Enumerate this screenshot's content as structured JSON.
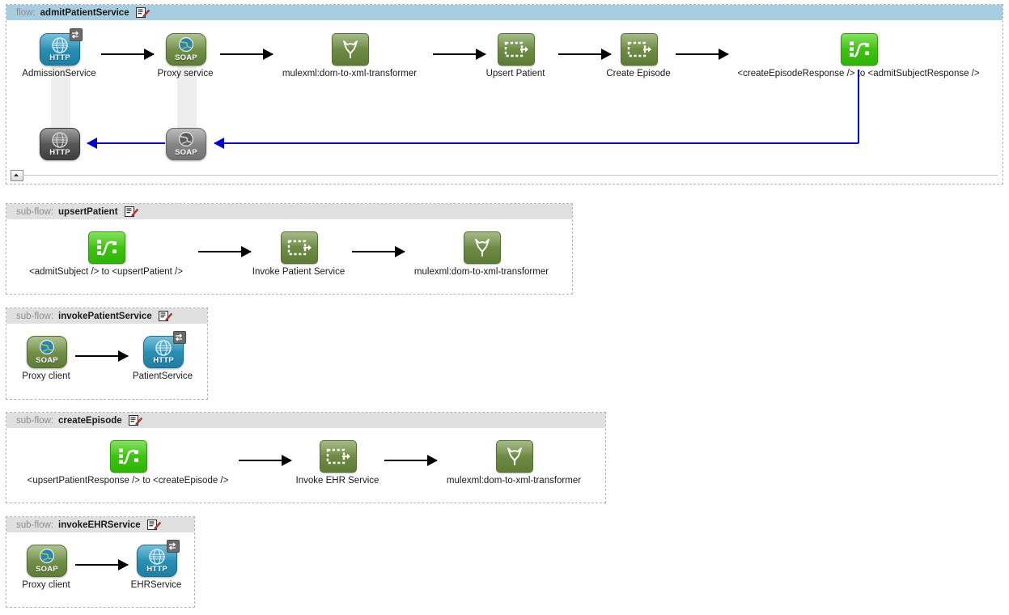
{
  "app": {
    "kind_flow": "flow:",
    "kind_subflow": "sub-flow:",
    "edit_icon": "edit-pencil-icon",
    "colors": {
      "flow_header": "#a8cde0",
      "subflow_header": "#e0e0e0",
      "canvas": "#ffffff",
      "border_dash": "#b4b4b4",
      "arrow": "#000000",
      "response_arrow": "#0000cc",
      "icon_green": "#5f7c37",
      "icon_bright_green": "#2fb407",
      "icon_http_blue": "#1f7ea3",
      "icon_gray": "#3f3f3f"
    }
  },
  "flows": [
    {
      "kind": "flow:",
      "name": "admitPatientService",
      "nodes": [
        {
          "label": "AdmissionService",
          "icon": "http-inbound-endpoint-icon",
          "icon_text": "HTTP"
        },
        {
          "label": "Proxy service",
          "icon": "soap-component-icon",
          "icon_text": "SOAP"
        },
        {
          "label": "mulexml:dom-to-xml-transformer",
          "icon": "dom-to-xml-transformer-icon",
          "icon_text": ""
        },
        {
          "label": "Upsert Patient",
          "icon": "flow-reference-icon",
          "icon_text": ""
        },
        {
          "label": "Create Episode",
          "icon": "flow-reference-icon",
          "icon_text": ""
        },
        {
          "label": "<createEpisodeResponse /> to <admitSubjectResponse />",
          "icon": "datamapper-transform-icon",
          "icon_text": ""
        }
      ],
      "response_nodes": [
        {
          "label": "",
          "icon": "http-response-endpoint-icon",
          "icon_text": "HTTP"
        },
        {
          "label": "",
          "icon": "soap-response-icon",
          "icon_text": "SOAP"
        }
      ]
    },
    {
      "kind": "sub-flow:",
      "name": "upsertPatient",
      "nodes": [
        {
          "label": "<admitSubject /> to <upsertPatient />",
          "icon": "datamapper-transform-icon",
          "icon_text": ""
        },
        {
          "label": "Invoke Patient Service",
          "icon": "flow-reference-icon",
          "icon_text": ""
        },
        {
          "label": "mulexml:dom-to-xml-transformer",
          "icon": "dom-to-xml-transformer-icon",
          "icon_text": ""
        }
      ]
    },
    {
      "kind": "sub-flow:",
      "name": "invokePatientService",
      "nodes": [
        {
          "label": "Proxy client",
          "icon": "soap-component-icon",
          "icon_text": "SOAP"
        },
        {
          "label": "PatientService",
          "icon": "http-outbound-endpoint-icon",
          "icon_text": "HTTP"
        }
      ]
    },
    {
      "kind": "sub-flow:",
      "name": "createEpisode",
      "nodes": [
        {
          "label": "<upsertPatientResponse /> to <createEpisode />",
          "icon": "datamapper-transform-icon",
          "icon_text": ""
        },
        {
          "label": "Invoke EHR Service",
          "icon": "flow-reference-icon",
          "icon_text": ""
        },
        {
          "label": "mulexml:dom-to-xml-transformer",
          "icon": "dom-to-xml-transformer-icon",
          "icon_text": ""
        }
      ]
    },
    {
      "kind": "sub-flow:",
      "name": "invokeEHRService",
      "nodes": [
        {
          "label": "Proxy client",
          "icon": "soap-component-icon",
          "icon_text": "SOAP"
        },
        {
          "label": "EHRService",
          "icon": "http-outbound-endpoint-icon",
          "icon_text": "HTTP"
        }
      ]
    }
  ]
}
